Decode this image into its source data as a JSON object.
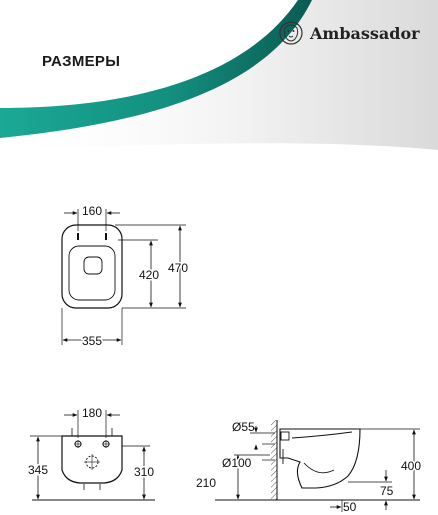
{
  "brand": {
    "name": "Ambassador",
    "logo_icon": "lion-crest-icon",
    "accent_color": "#17a48e",
    "dark_accent_color": "#0b5a52"
  },
  "section": {
    "title": "РАЗМЕРЫ"
  },
  "top_view": {
    "width_top": "160",
    "height_inner": "420",
    "height_total": "470",
    "width_total": "355"
  },
  "front_view": {
    "bolt_spacing": "180",
    "height_left": "345",
    "height_right": "310"
  },
  "side_view": {
    "pipe_small": "Ø55",
    "pipe_large": "Ø100",
    "height_total": "400",
    "height_outlet": "210",
    "height_bottom": "75",
    "depth_wall": "50"
  }
}
